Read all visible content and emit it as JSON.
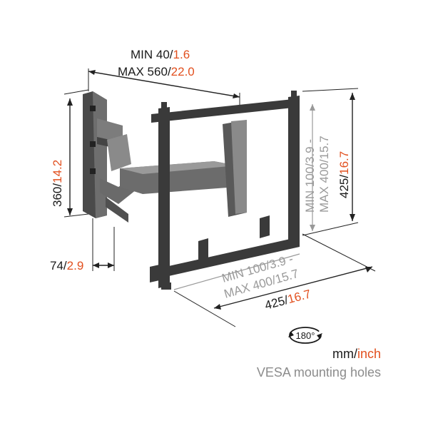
{
  "arm_depth": {
    "line1_mm": "MIN 40",
    "line1_in": "1.6",
    "line2_mm": "MAX 560",
    "line2_in": "22.0",
    "sep": "/"
  },
  "wall_plate_height": {
    "mm": "360",
    "in": "14.2",
    "sep": "/"
  },
  "wall_plate_depth": {
    "mm": "74",
    "in": "2.9",
    "sep": "/"
  },
  "tv_plate_height": {
    "mm": "425",
    "in": "16.7",
    "sep": "/"
  },
  "tv_plate_width": {
    "mm": "425",
    "in": "16.7",
    "sep": "/"
  },
  "vesa_vertical": {
    "line1": "MIN 100/3.9 -",
    "line2": "MAX 400/15.7"
  },
  "vesa_horizontal": {
    "line1": "MIN 100/3.9 -",
    "line2": "MAX 400/15.7"
  },
  "rotation": {
    "label": "180°"
  },
  "legend": {
    "mm": "mm",
    "sep": "/",
    "inch": "inch",
    "vesa": "VESA mounting holes"
  },
  "colors": {
    "accent": "#e2501f",
    "metal_dark": "#3c3c3c",
    "metal_light": "#8a8a8a",
    "text_gray": "#8c8c8c"
  }
}
